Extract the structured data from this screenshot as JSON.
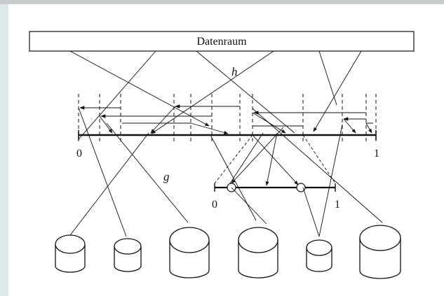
{
  "diagram": {
    "data_space_label": "Datenraum",
    "hash_h_label": "h",
    "hash_g_label": "g",
    "interval_main": {
      "start_label": "0",
      "end_label": "1"
    },
    "interval_small": {
      "start_label": "0",
      "end_label": "1"
    },
    "storage_nodes_count": 6
  },
  "colors": {
    "sidebar": "#dfe9ec",
    "topbar": "#c8cccc",
    "ink": "#111111"
  }
}
